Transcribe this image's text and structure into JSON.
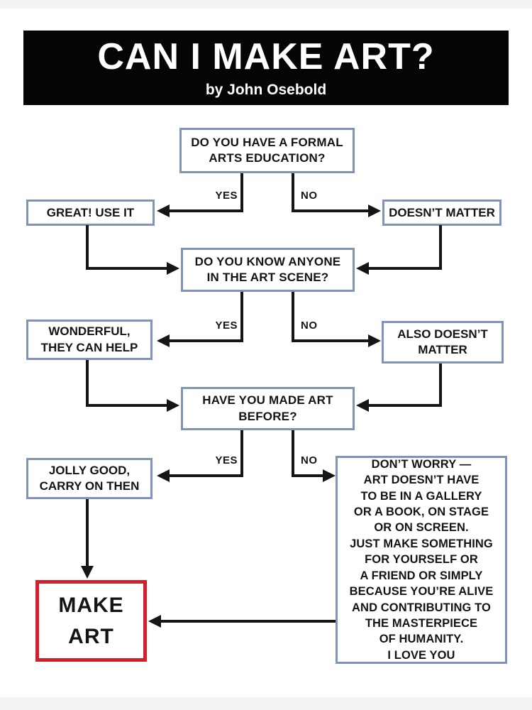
{
  "header": {
    "title": "CAN I MAKE ART?",
    "byline": "by John Osebold"
  },
  "colors": {
    "header_bg": "#050505",
    "box_border": "#8094bb",
    "make_art_border": "#d1202a",
    "arrow": "#151515",
    "page_bg": "#ffffff",
    "edge_strip": "#f3f3f4"
  },
  "flowchart": {
    "type": "flowchart",
    "nodes": {
      "q1": {
        "label": "DO YOU HAVE A FORMAL\nARTS EDUCATION?"
      },
      "great": {
        "label": "GREAT! USE IT"
      },
      "doesnt_matter": {
        "label": "DOESN’T MATTER"
      },
      "q2": {
        "label": "DO YOU KNOW ANYONE\nIN THE ART SCENE?"
      },
      "wonderful": {
        "label": "WONDERFUL,\nTHEY CAN HELP"
      },
      "also_doesnt_matter": {
        "label": "ALSO DOESN’T\nMATTER"
      },
      "q3": {
        "label": "HAVE YOU MADE ART\nBEFORE?"
      },
      "jolly_good": {
        "label": "JOLLY GOOD,\nCARRY ON THEN"
      },
      "dont_worry": {
        "label": "DON’T WORRY —\nART DOESN’T HAVE\nTO BE IN A GALLERY\nOR A BOOK, ON STAGE\nOR ON SCREEN.\nJUST MAKE SOMETHING\nFOR YOURSELF OR\nA FRIEND OR SIMPLY\nBECAUSE YOU’RE ALIVE\nAND CONTRIBUTING TO\nTHE MASTERPIECE\nOF HUMANITY.\nI LOVE YOU"
      },
      "make_art": {
        "label": "MAKE\nART"
      }
    },
    "edges": [
      {
        "from": "q1",
        "to": "great",
        "label": "YES"
      },
      {
        "from": "q1",
        "to": "doesnt_matter",
        "label": "NO"
      },
      {
        "from": "great",
        "to": "q2",
        "label": ""
      },
      {
        "from": "doesnt_matter",
        "to": "q2",
        "label": ""
      },
      {
        "from": "q2",
        "to": "wonderful",
        "label": "YES"
      },
      {
        "from": "q2",
        "to": "also_doesnt_matter",
        "label": "NO"
      },
      {
        "from": "wonderful",
        "to": "q3",
        "label": ""
      },
      {
        "from": "also_doesnt_matter",
        "to": "q3",
        "label": ""
      },
      {
        "from": "q3",
        "to": "jolly_good",
        "label": "YES"
      },
      {
        "from": "q3",
        "to": "dont_worry",
        "label": "NO"
      },
      {
        "from": "jolly_good",
        "to": "make_art",
        "label": ""
      },
      {
        "from": "dont_worry",
        "to": "make_art",
        "label": ""
      }
    ]
  }
}
